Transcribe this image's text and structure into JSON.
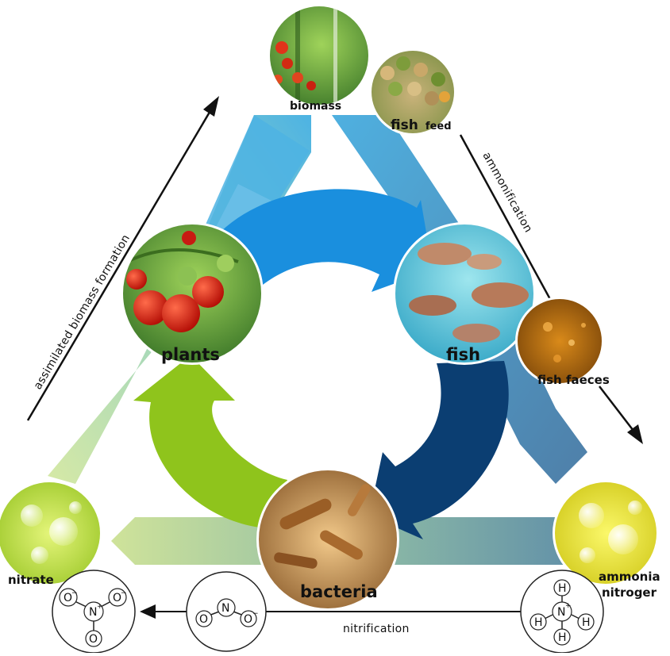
{
  "labels": {
    "biomass": "biomass",
    "fish_word": "fish",
    "feed_word": "feed",
    "plants": "plants",
    "fish": "fish",
    "fish_faeces": "fish faeces",
    "bacteria": "bacteria",
    "nitrate": "nitrate",
    "ammonia_line1": "ammonia",
    "ammonia_line2": "nitroger"
  },
  "processes": {
    "assimilation": "assimilated biomass formation",
    "ammonification": "ammonification",
    "nitrification": "nitrification"
  },
  "molecules": {
    "nitrate": {
      "center": "N",
      "center_charge": "+",
      "oxygen": "O",
      "minus": "−"
    },
    "nitrite": {
      "center": "N",
      "oxygen": "O",
      "minus": "−"
    },
    "ammonium": {
      "center": "N",
      "center_charge": "+",
      "hydrogen": "H"
    }
  },
  "colors": {
    "band_light_blue": "#4db3e3",
    "band_steel_blue": "#5a9ac2",
    "band_green": "#b7d98a",
    "arrow_blue": "#1a8fde",
    "arrow_navy": "#0b3e72",
    "arrow_green": "#8fc41c"
  }
}
